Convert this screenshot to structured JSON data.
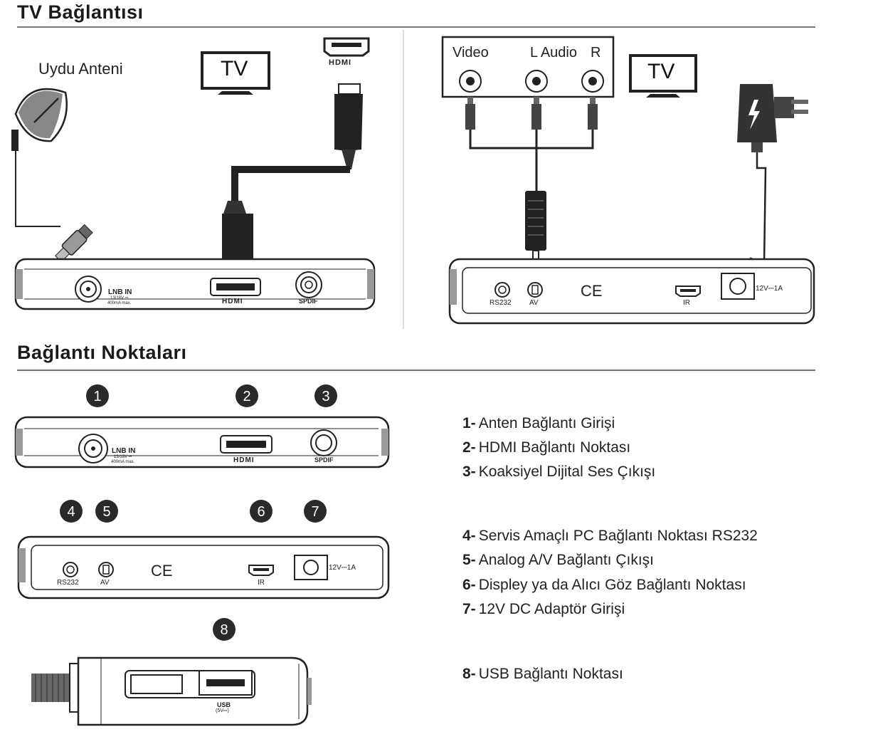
{
  "sections": {
    "tv_connection_title": "TV Bağlantısı",
    "ports_title": "Bağlantı Noktaları"
  },
  "top_left": {
    "antenna_label": "Uydu Anteni",
    "tv_label": "TV",
    "hdmi_logo": "HDMI",
    "port_lnb": "LNB IN",
    "port_lnb_spec1": "13/18V ⎓",
    "port_lnb_spec2": "400mA max.",
    "port_hdmi": "HDMI",
    "port_spdif": "SPDIF"
  },
  "top_right": {
    "video_label": "Video",
    "l_audio_label": "L Audio",
    "r_label": "R",
    "tv_label": "TV",
    "port_rs232": "RS232",
    "port_av": "AV",
    "ce_mark": "CE",
    "port_ir": "IR",
    "power_spec": "12V⎓1A"
  },
  "panels": {
    "markers": [
      "1",
      "2",
      "3",
      "4",
      "5",
      "6",
      "7",
      "8"
    ],
    "usb_label": "USB",
    "usb_spec": "(5V⎓)"
  },
  "legend": [
    {
      "num": "1-",
      "text": "Anten Bağlantı Girişi"
    },
    {
      "num": "2-",
      "text": "HDMI Bağlantı Noktası"
    },
    {
      "num": "3-",
      "text": "Koaksiyel Dijital Ses Çıkışı"
    },
    {
      "num": "4-",
      "text": "Servis Amaçlı PC Bağlantı Noktası RS232"
    },
    {
      "num": "5-",
      "text": "Analog A/V Bağlantı Çıkışı"
    },
    {
      "num": "6-",
      "text": "Displey ya da Alıcı Göz Bağlantı Noktası"
    },
    {
      "num": "7-",
      "text": "12V DC Adaptör Girişi"
    },
    {
      "num": "8-",
      "text": "USB Bağlantı Noktası"
    }
  ]
}
